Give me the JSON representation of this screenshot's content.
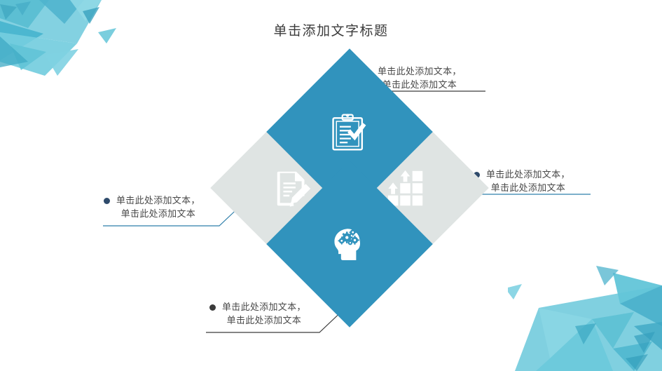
{
  "slide": {
    "title": "单击添加文字标题",
    "background": "#ffffff"
  },
  "theme": {
    "accent_blue": "#3193bd",
    "diamond_gray": "#dfe4e3",
    "deco_teal": "#6ec6d9",
    "deco_teal_dark": "#45a9c4",
    "line_dark": "#3c3c3c",
    "line_blue": "#2f7faa",
    "bullet_dark": "#3b3b3b",
    "bullet_navy": "#2e4a6b",
    "text_color": "#4a4a4a"
  },
  "callouts": [
    {
      "id": "top",
      "bullet_color": "#3b3b3b",
      "line_color": "#3c3c3c",
      "line1": "单击此处添加文本，",
      "line2": "单击此处添加文本"
    },
    {
      "id": "right",
      "bullet_color": "#2e4a6b",
      "line_color": "#2f7faa",
      "line1": "单击此处添加文本，",
      "line2": "单击此处添加文本"
    },
    {
      "id": "left",
      "bullet_color": "#2e4a6b",
      "line_color": "#2f7faa",
      "line1": "单击此处添加文本，",
      "line2": "单击此处添加文本"
    },
    {
      "id": "bottom",
      "bullet_color": "#3b3b3b",
      "line_color": "#3c3c3c",
      "line1": "单击此处添加文本，",
      "line2": "单击此处添加文本"
    }
  ],
  "diamonds": [
    {
      "id": "top",
      "fill": "#3193bd",
      "icon": "clipboard-check-icon"
    },
    {
      "id": "left",
      "fill": "#dfe4e3",
      "icon": "document-pencil-icon"
    },
    {
      "id": "right",
      "fill": "#dfe4e3",
      "icon": "growth-blocks-icon"
    },
    {
      "id": "bottom",
      "fill": "#3193bd",
      "icon": "head-gears-icon"
    }
  ]
}
